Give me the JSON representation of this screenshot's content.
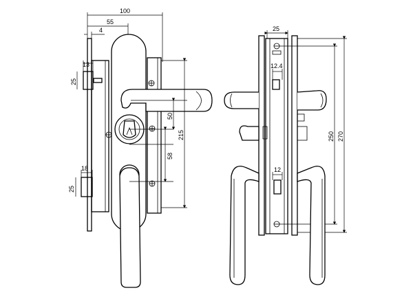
{
  "front_view": {
    "dim_overall_width": "100",
    "dim_handle_offset": "55",
    "dim_faceplate": "4",
    "dim_latch_top_width": "13",
    "dim_latch_top_height": "25",
    "dim_cylinder_to_handle": "50",
    "dim_lock_height": "215",
    "dim_cylinder_to_lower": "58",
    "dim_latch_bottom_width": "18",
    "dim_latch_bottom_height": "25"
  },
  "side_view": {
    "dim_depth": "25",
    "dim_top_slot": "12.4",
    "dim_bottom_slot": "12",
    "dim_screw_span": "250",
    "dim_total_height": "270"
  }
}
